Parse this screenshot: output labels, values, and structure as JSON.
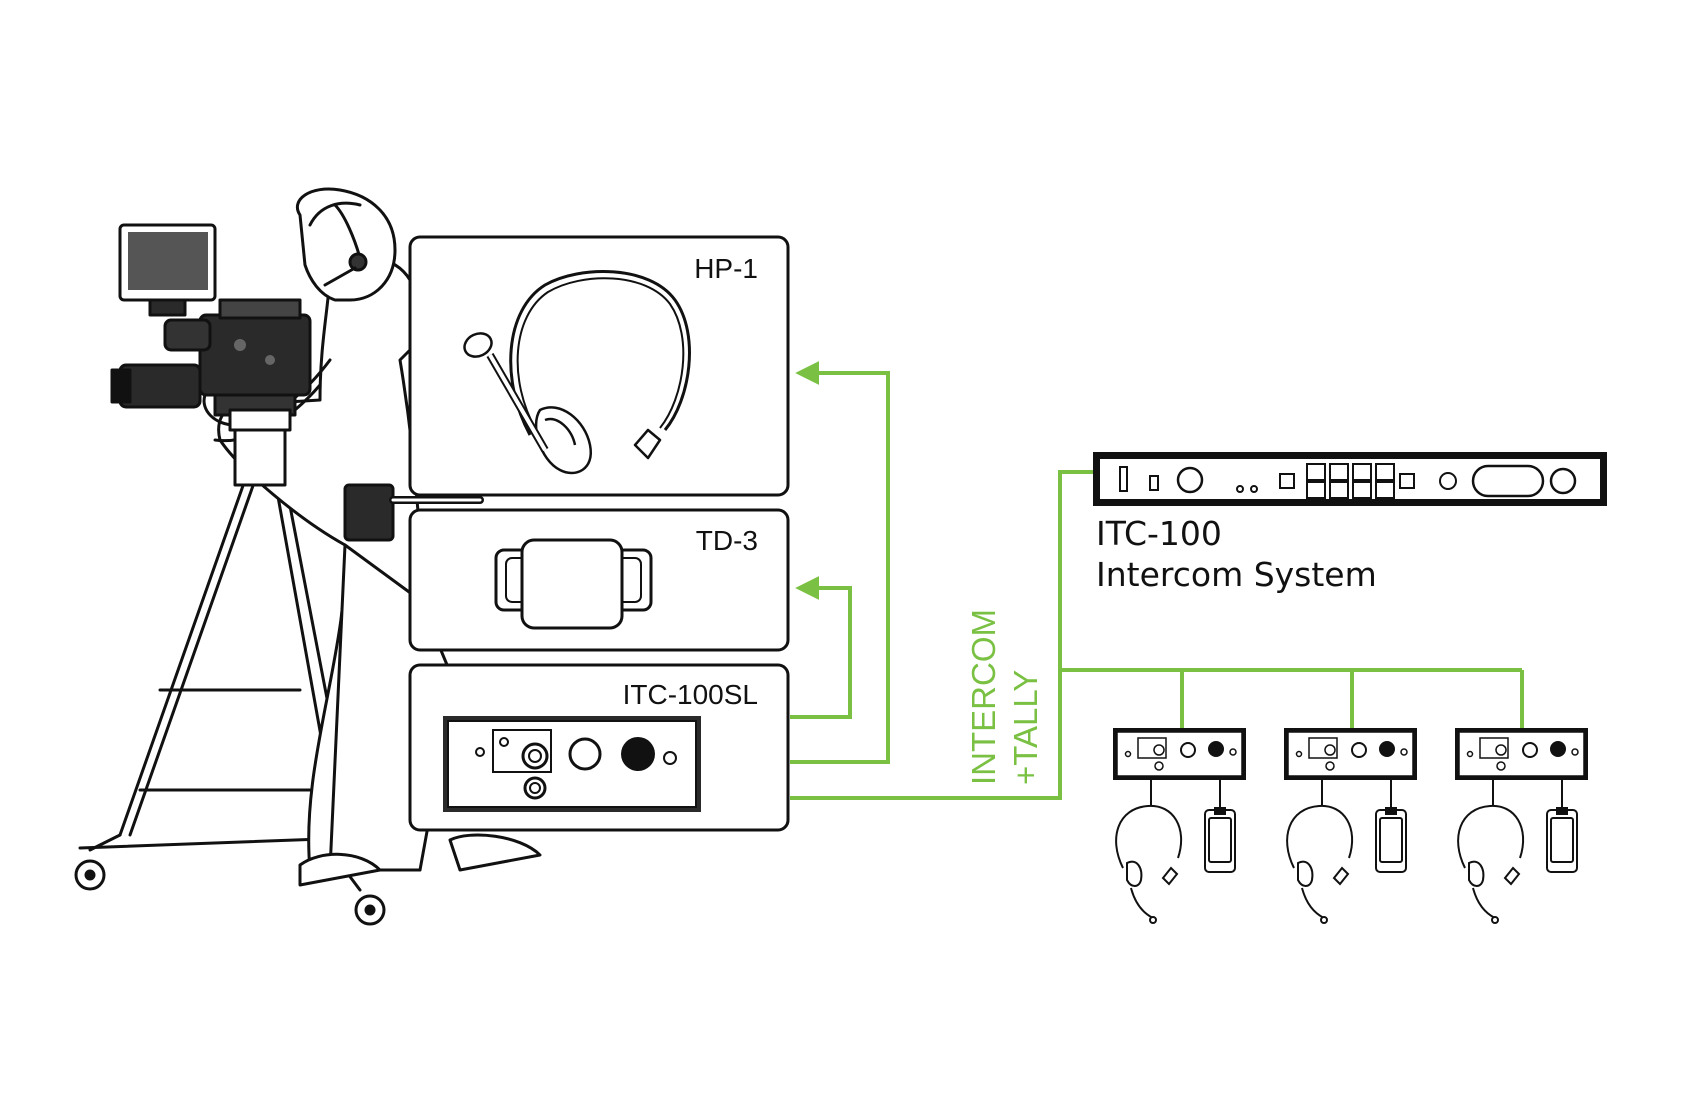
{
  "colors": {
    "link": "#7ac143",
    "outline": "#111111",
    "device_fill": "#ffffff",
    "camera": "#2a2a2a"
  },
  "labels": {
    "headset": "HP-1",
    "tally": "TD-3",
    "beltpack": "ITC-100SL",
    "system_model": "ITC-100",
    "system_name": "Intercom System",
    "link_line1": "INTERCOM",
    "link_line2": "+TALLY"
  },
  "icons": {
    "operator": "camera-operator-icon",
    "headset": "headset-icon",
    "tally": "tally-light-icon",
    "station": "beltpack-station-icon"
  }
}
